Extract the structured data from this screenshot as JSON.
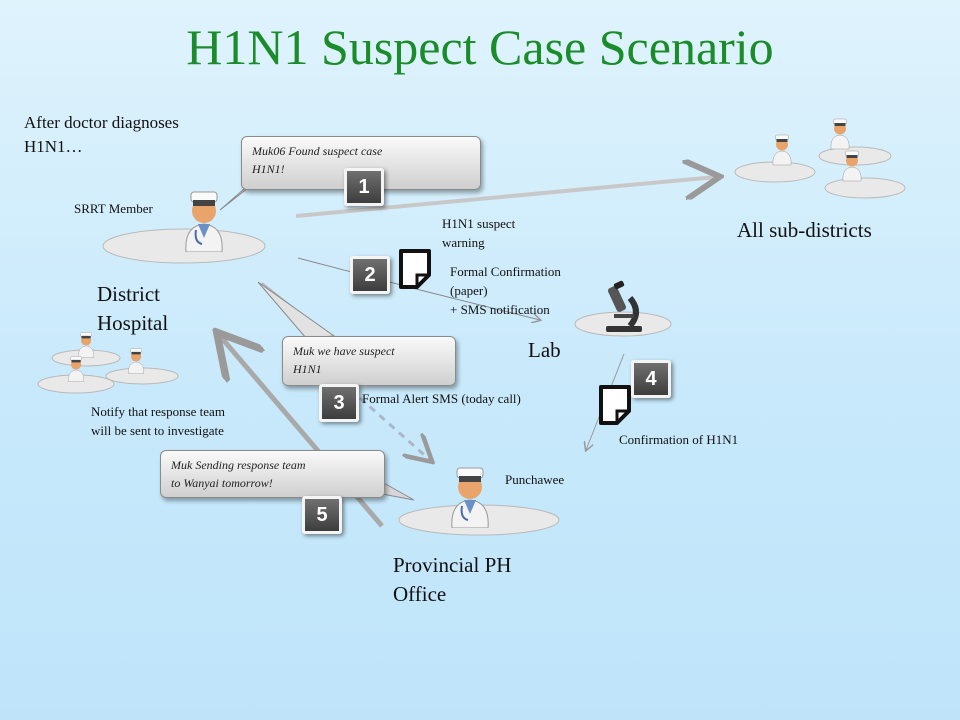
{
  "title": "H1N1 Suspect Case Scenario",
  "intro": "After doctor diagnoses\nH1N1…",
  "labels": {
    "srrt_member": "SRRT Member",
    "district_hospital": "District\nHospital",
    "all_subdistricts": "All sub-districts",
    "lab": "Lab",
    "provincial": "Provincial PH\nOffice",
    "punchawee": "Punchawee",
    "h1n1_warning": "H1N1 suspect\nwarning",
    "formal_confirmation": "Formal Confirmation\n(paper)\n+ SMS notification",
    "formal_alert": "Formal Alert SMS (today call)",
    "notify": "Notify that response team\nwill be sent to investigate",
    "confirmation_h1n1": "Confirmation of H1N1"
  },
  "bubbles": {
    "b1": "Muk06 Found suspect case\nH1N1!",
    "b3": "Muk we have suspect\nH1N1",
    "b5": "Muk Sending response team\nto Wanyai tomorrow!"
  },
  "steps": [
    "1",
    "2",
    "3",
    "4",
    "5"
  ],
  "colors": {
    "title": "#1a8c2a",
    "step_bg": "#4a4a4a",
    "arrow": "#9a9a9a"
  }
}
